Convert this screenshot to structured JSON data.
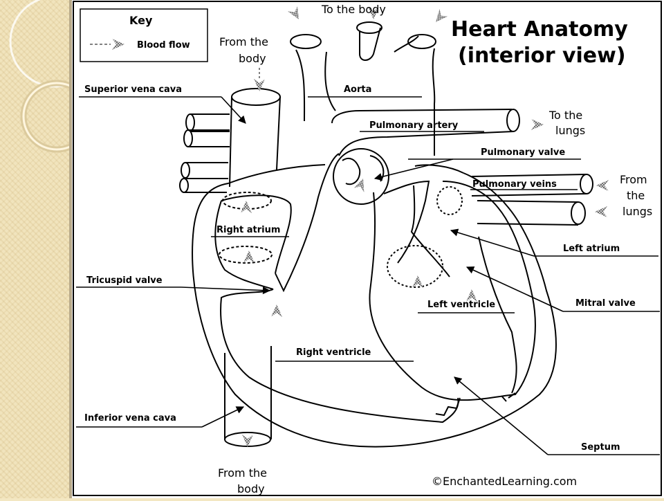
{
  "title": {
    "line1": "Heart Anatomy",
    "line2": "(interior view)"
  },
  "key": {
    "heading": "Key",
    "entry": "Blood flow"
  },
  "labels": {
    "superior_vena_cava": "Superior vena cava",
    "aorta": "Aorta",
    "pulmonary_artery": "Pulmonary artery",
    "pulmonary_valve": "Pulmonary valve",
    "pulmonary_veins": "Pulmonary veins",
    "right_atrium": "Right atrium",
    "left_atrium": "Left atrium",
    "tricuspid_valve": "Tricuspid valve",
    "mitral_valve": "Mitral valve",
    "left_ventricle": "Left ventricle",
    "right_ventricle": "Right ventricle",
    "inferior_vena_cava": "Inferior vena cava",
    "septum": "Septum"
  },
  "flow": {
    "to_body": "To the body",
    "from_body_top_1": "From the",
    "from_body_top_2": "body",
    "to_lungs_1": "To the",
    "to_lungs_2": "lungs",
    "from_lungs_1": "From",
    "from_lungs_2": "the",
    "from_lungs_3": "lungs",
    "from_body_bottom_1": "From the",
    "from_body_bottom_2": "body"
  },
  "credit": "©EnchantedLearning.com",
  "colors": {
    "ink": "#000000",
    "flow_arrow": "#8a8a8a",
    "slide_bg": "#f1e4bd"
  }
}
